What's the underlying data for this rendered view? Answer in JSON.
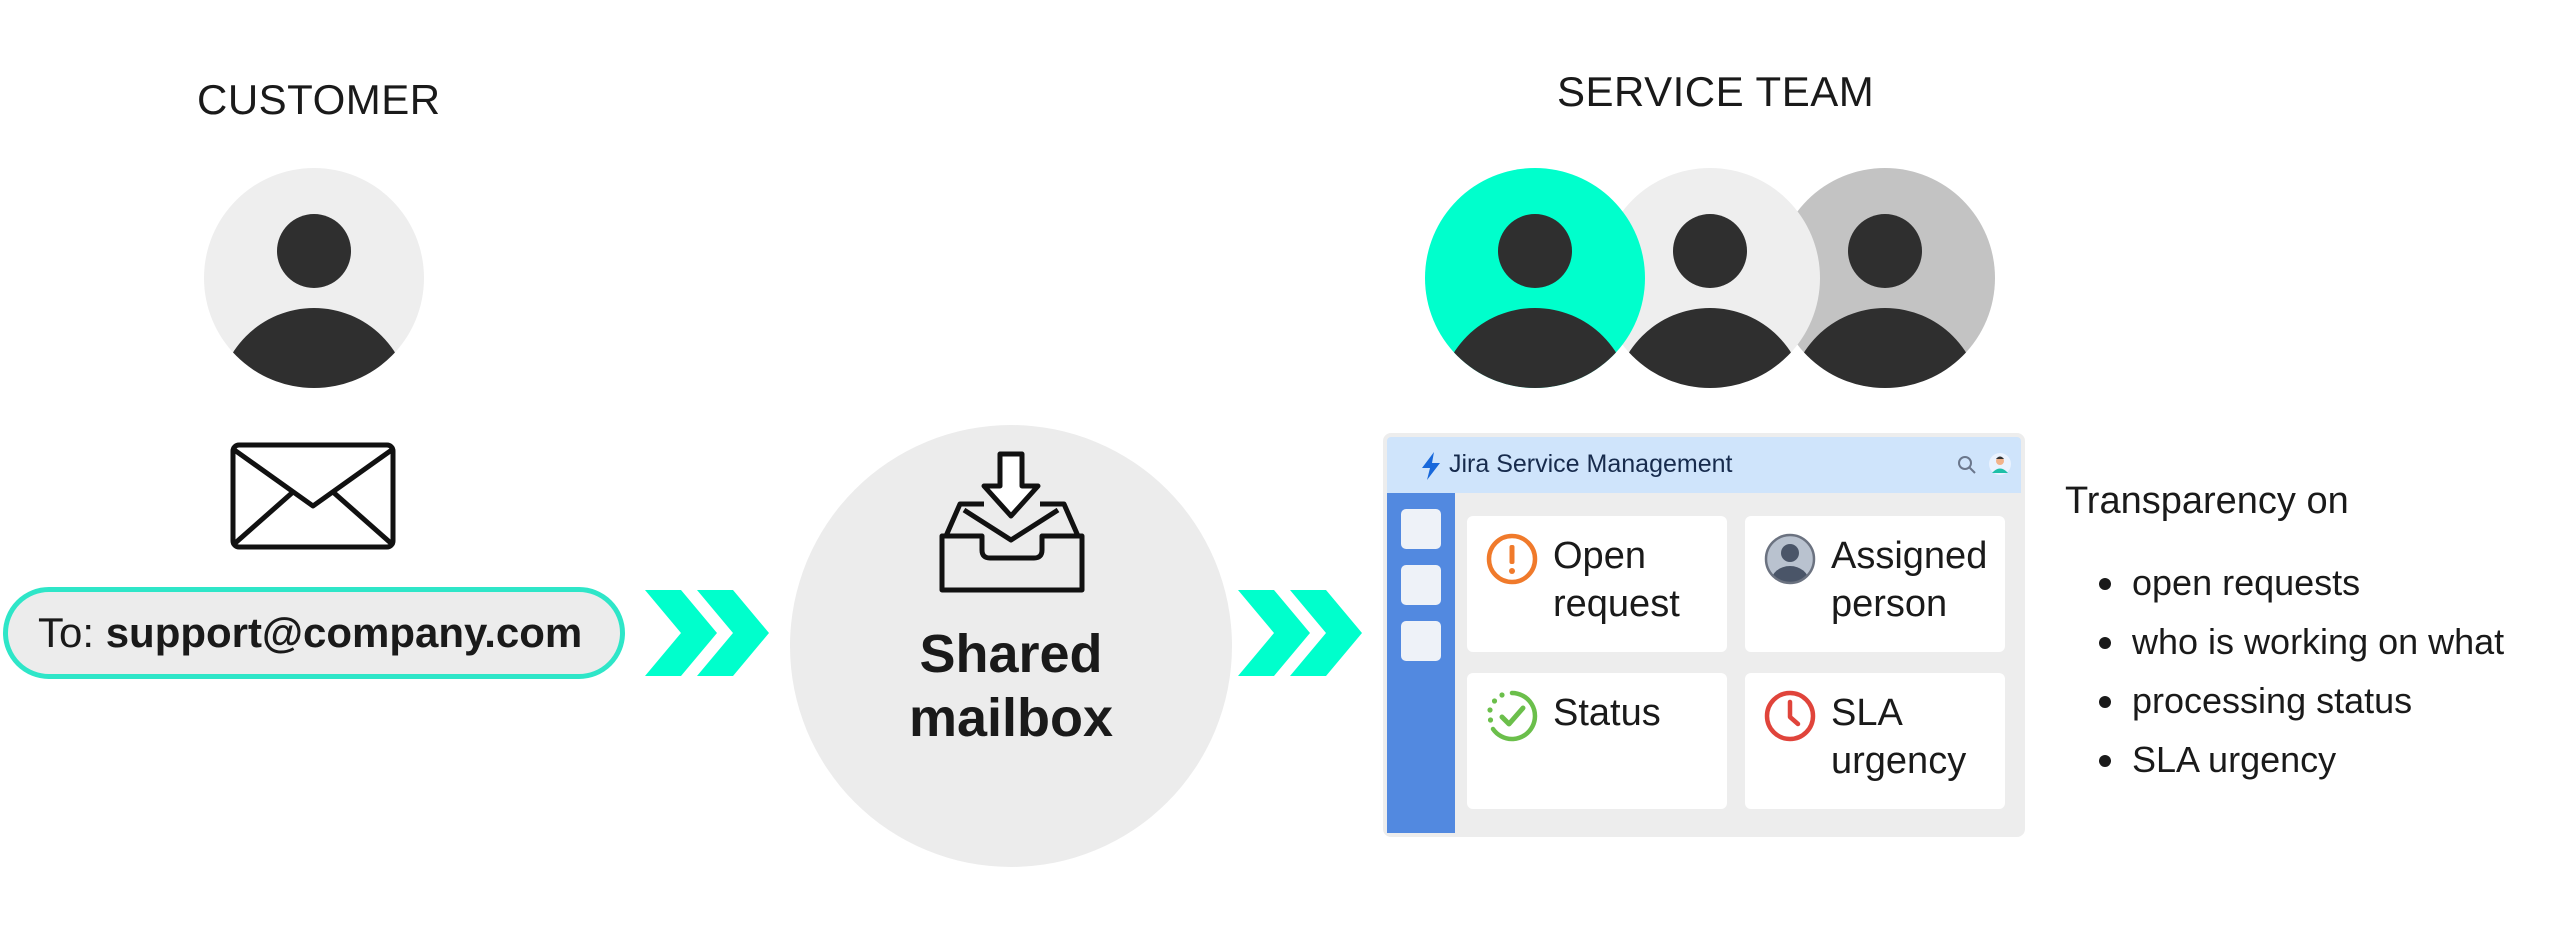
{
  "customer": {
    "heading": "CUSTOMER"
  },
  "email": {
    "prefix": "To: ",
    "address": "support@company.com"
  },
  "mailbox": {
    "line1": "Shared",
    "line2": "mailbox"
  },
  "service_team": {
    "heading": "SERVICE TEAM"
  },
  "jira": {
    "title": "Jira Service Management",
    "cards": [
      {
        "line1": "Open",
        "line2": "request",
        "icon": "warning-icon"
      },
      {
        "line1": "Assigned",
        "line2": "person",
        "icon": "person-icon"
      },
      {
        "line1": "Status",
        "line2": "",
        "icon": "check-icon"
      },
      {
        "line1": "SLA",
        "line2": "urgency",
        "icon": "clock-icon"
      }
    ]
  },
  "transparency": {
    "title": "Transparency on",
    "items": [
      "open requests",
      "who is working on what",
      "processing status",
      "SLA urgency"
    ]
  },
  "colors": {
    "accent": "#00FFCC",
    "jira_sidebar": "#5289E0",
    "jira_topbar": "#CFE4FB",
    "avatar_dark": "#2F2F2F",
    "open_request": "#F07A2B",
    "status_green": "#6BBF4B",
    "sla_red": "#E0443B"
  }
}
